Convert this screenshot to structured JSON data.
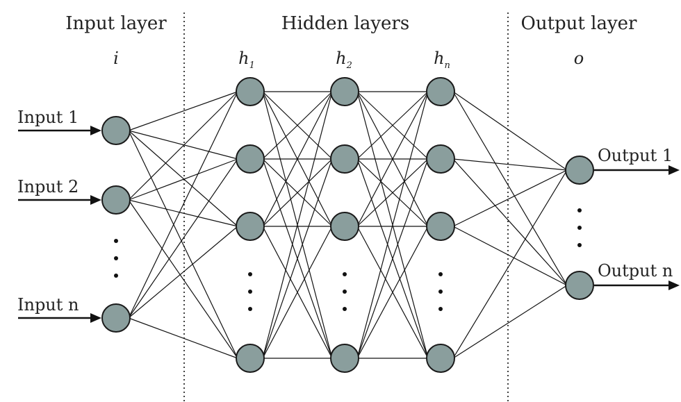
{
  "sections": {
    "input": "Input layer",
    "hidden": "Hidden layers",
    "output": "Output layer"
  },
  "symbols": {
    "input": "i",
    "h1": {
      "base": "h",
      "sub": "1"
    },
    "h2": {
      "base": "h",
      "sub": "2"
    },
    "hn": {
      "base": "h",
      "sub": "n"
    },
    "output": "o"
  },
  "inputs": [
    "Input 1",
    "Input 2",
    "Input n"
  ],
  "outputs": [
    "Output 1",
    "Output n"
  ],
  "colors": {
    "node_fill": "#8a9e9d",
    "line": "#111111"
  }
}
